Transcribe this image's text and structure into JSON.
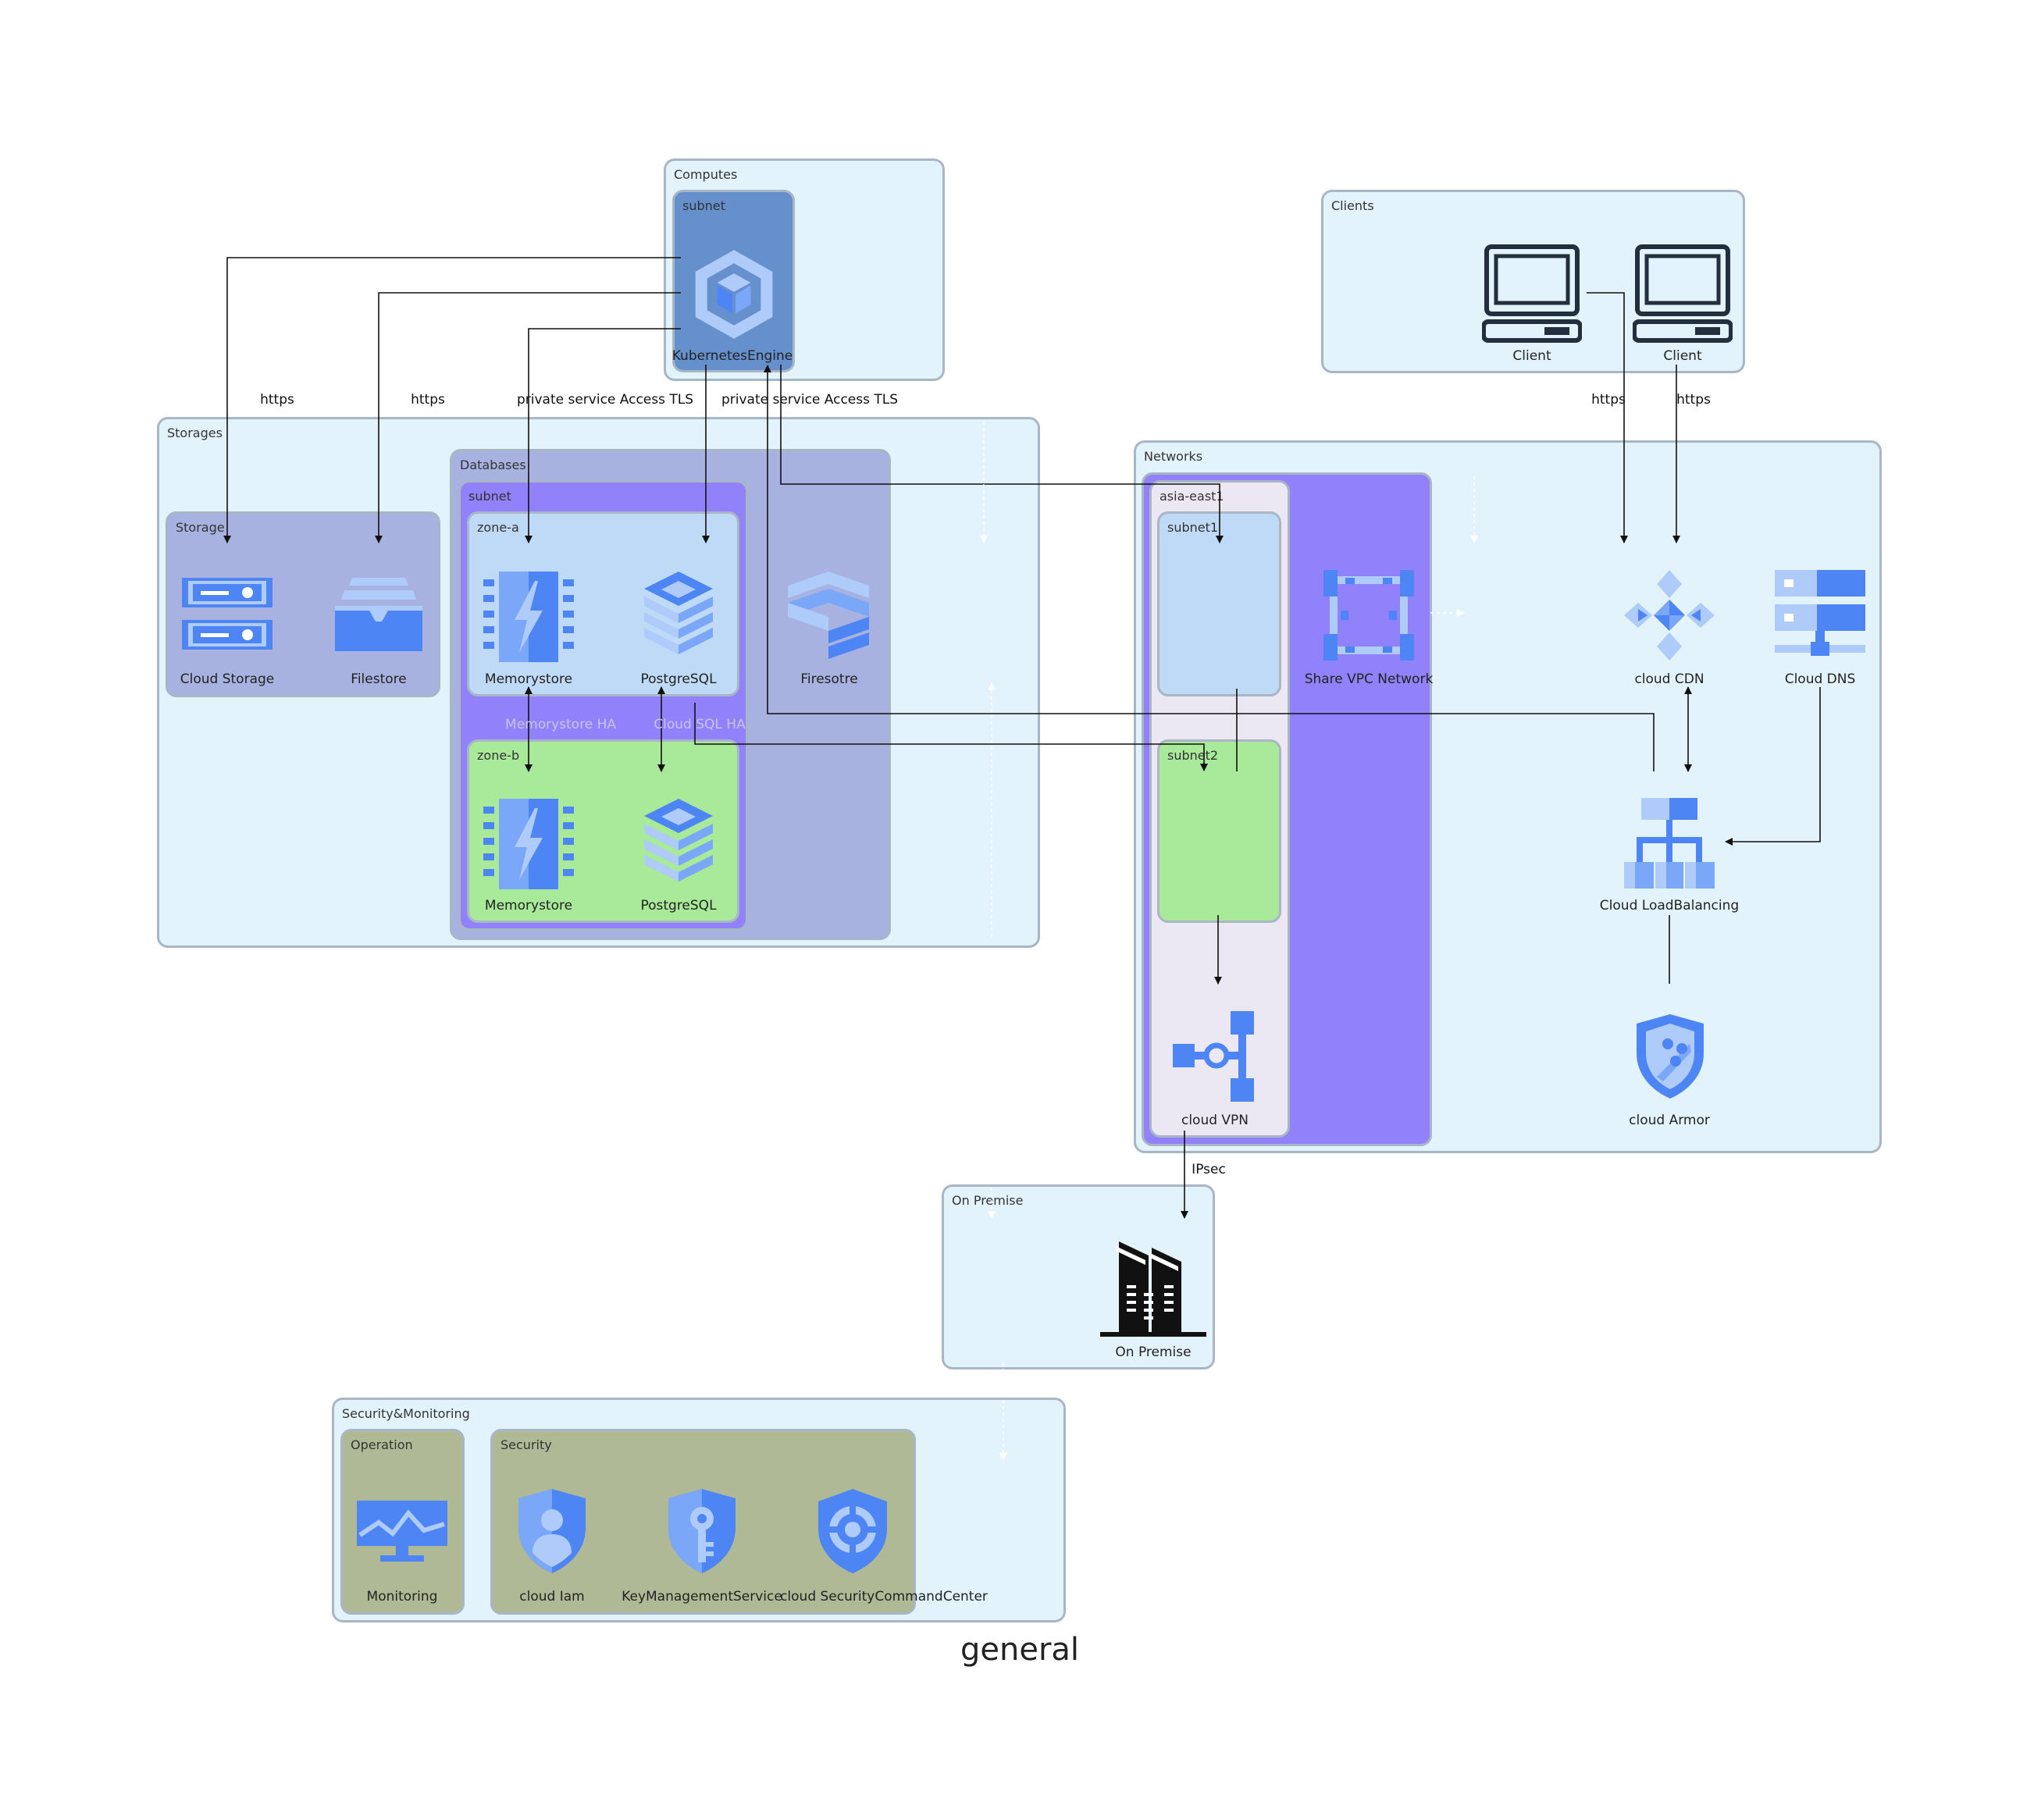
{
  "title": "general",
  "clusters": {
    "computes": "Computes",
    "computes_subnet": "subnet",
    "clients": "Clients",
    "storages": "Storages",
    "storage": "Storage",
    "databases": "Databases",
    "db_subnet": "subnet",
    "zone_a": "zone-a",
    "zone_b": "zone-b",
    "networks": "Networks",
    "asia_east1": "asia-east1",
    "subnet1": "subnet1",
    "subnet2": "subnet2",
    "on_premise": "On Premise",
    "security_monitoring": "Security&Monitoring",
    "operation": "Operation",
    "security": "Security"
  },
  "nodes": {
    "kubernetes": "KubernetesEngine",
    "client1": "Client",
    "client2": "Client",
    "cloud_storage": "Cloud Storage",
    "filestore": "Filestore",
    "memorystore_a": "Memorystore",
    "postgres_a": "PostgreSQL",
    "firestore": "Firesotre",
    "memorystore_b": "Memorystore",
    "postgres_b": "PostgreSQL",
    "share_vpc": "Share VPC Network",
    "cloud_cdn": "cloud CDN",
    "cloud_dns": "Cloud DNS",
    "load_balancing": "Cloud LoadBalancing",
    "cloud_vpn": "cloud VPN",
    "cloud_armor": "cloud Armor",
    "on_premise": "On Premise",
    "monitoring": "Monitoring",
    "cloud_iam": "cloud Iam",
    "kms": "KeyManagementService",
    "scc": "cloud SecurityCommandCenter"
  },
  "edges": {
    "https_storage": "https",
    "https_filestore": "https",
    "tls_memorystore": "private service Access TLS",
    "tls_postgres": "private service Access TLS",
    "https_client1": "https",
    "https_client2": "https",
    "memorystore_ha": "Memorystore HA",
    "cloudsql_ha": "Cloud SQL HA",
    "ipsec": "IPsec"
  },
  "colors": {
    "outer_bg": "#e3f3fc",
    "border": "#a9b6c6",
    "compute_subnet": "#6590cc",
    "storage_bg": "#a8b2e0",
    "purple": "#9181fa",
    "zone_a": "#bfdaf6",
    "zone_b": "#a9e99a",
    "asia_bg": "#ebe8f4",
    "olive": "#b0b996",
    "icon_blue": "#4d86f4",
    "icon_light": "#aecbfa"
  }
}
